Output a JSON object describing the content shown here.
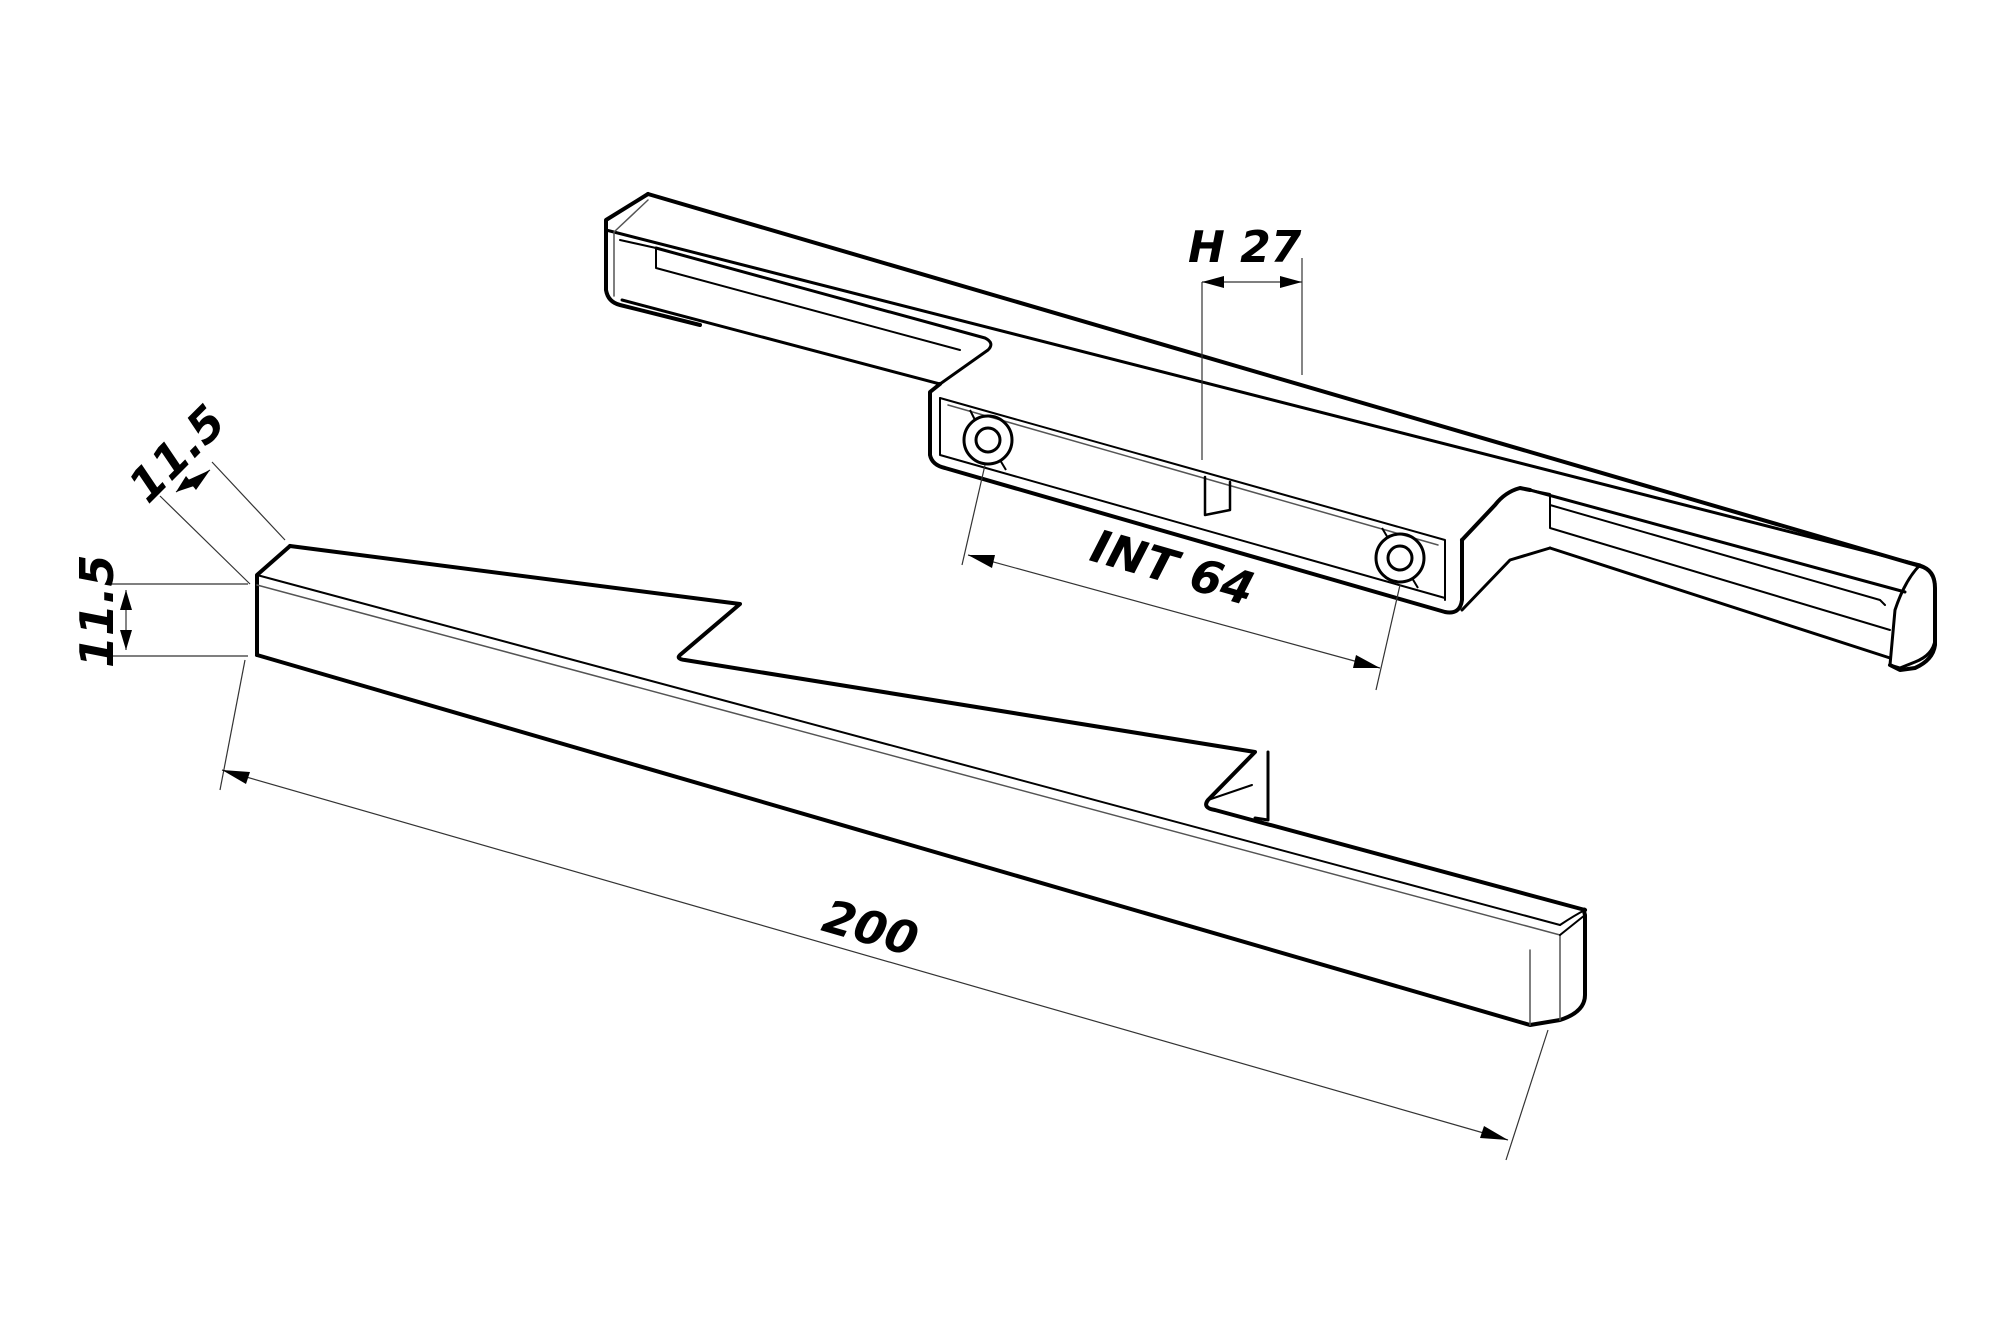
{
  "drawing": {
    "dimensions": {
      "length": "200",
      "height": "11.5",
      "width": "11.5",
      "hole_spacing": "INT 64",
      "handle_height": "H 27"
    },
    "colors": {
      "line": "#000000",
      "thin_line": "#555555",
      "background": "#ffffff"
    }
  }
}
